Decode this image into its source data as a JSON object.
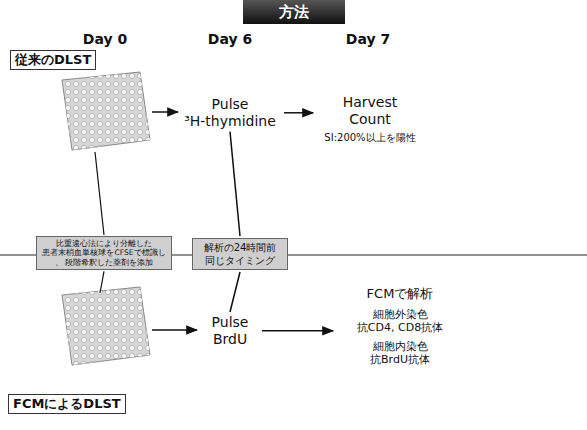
{
  "diagram": {
    "title": "方法",
    "nodes": [
      {
        "text": [
          "従来のDLST"
        ]
      },
      {
        "text": [
          "Pulse",
          "³H-thymidine"
        ]
      },
      {
        "text": [
          "Harvest Count",
          "SI:200%以上を陽性"
        ]
      },
      {
        "text": [
          "比重遠心法により分離した 患者末梢血単核球をCFSEで標識し、 段階希釈した薬剤を添加"
        ]
      },
      {
        "text": [
          "解析の24時間前 同じタイミング"
        ]
      },
      {
        "text": [
          "Pulse BrdU"
        ]
      },
      {
        "text": [
          "FCMで解析",
          "細胞外染色 抗CD4, CD8抗体",
          "細胞内染色 抗BrdU抗体"
        ]
      },
      {
        "text": [
          "FCMによるDLST"
        ]
      }
    ],
    "edges": [
      {
        "from": 1,
        "to": 2,
        "arrow": "to"
      },
      {
        "from": 5,
        "to": 6,
        "arrow": "to"
      },
      {
        "from": 4,
        "to": 1,
        "arrow": "none"
      },
      {
        "from": 4,
        "to": 5,
        "arrow": "none"
      }
    ],
    "labels": [
      "Day 0",
      "Day 6",
      "Day 7"
    ]
  }
}
